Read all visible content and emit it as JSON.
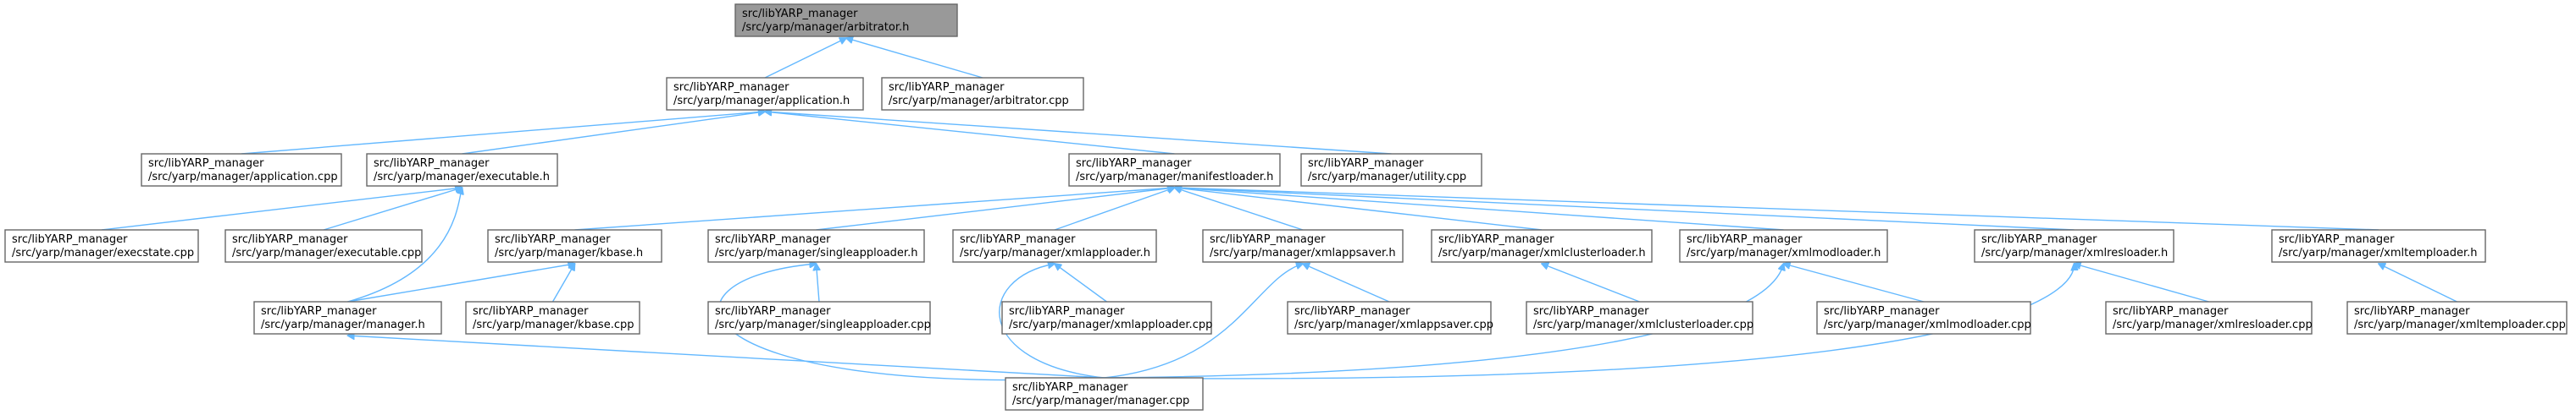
{
  "graph": {
    "nodes": [
      {
        "id": "arbitrator_h",
        "line1": "src/libYARP_manager",
        "line2": "/src/yarp/manager/arbitrator.h",
        "highlight": true
      },
      {
        "id": "application_h",
        "line1": "src/libYARP_manager",
        "line2": "/src/yarp/manager/application.h"
      },
      {
        "id": "arbitrator_cpp",
        "line1": "src/libYARP_manager",
        "line2": "/src/yarp/manager/arbitrator.cpp"
      },
      {
        "id": "application_cpp",
        "line1": "src/libYARP_manager",
        "line2": "/src/yarp/manager/application.cpp"
      },
      {
        "id": "executable_h",
        "line1": "src/libYARP_manager",
        "line2": "/src/yarp/manager/executable.h"
      },
      {
        "id": "manifestloader_h",
        "line1": "src/libYARP_manager",
        "line2": "/src/yarp/manager/manifestloader.h"
      },
      {
        "id": "utility_cpp",
        "line1": "src/libYARP_manager",
        "line2": "/src/yarp/manager/utility.cpp"
      },
      {
        "id": "execstate_cpp",
        "line1": "src/libYARP_manager",
        "line2": "/src/yarp/manager/execstate.cpp"
      },
      {
        "id": "executable_cpp",
        "line1": "src/libYARP_manager",
        "line2": "/src/yarp/manager/executable.cpp"
      },
      {
        "id": "kbase_h",
        "line1": "src/libYARP_manager",
        "line2": "/src/yarp/manager/kbase.h"
      },
      {
        "id": "singleapploader_h",
        "line1": "src/libYARP_manager",
        "line2": "/src/yarp/manager/singleapploader.h"
      },
      {
        "id": "xmlapploader_h",
        "line1": "src/libYARP_manager",
        "line2": "/src/yarp/manager/xmlapploader.h"
      },
      {
        "id": "xmlappsaver_h",
        "line1": "src/libYARP_manager",
        "line2": "/src/yarp/manager/xmlappsaver.h"
      },
      {
        "id": "xmlclusterloader_h",
        "line1": "src/libYARP_manager",
        "line2": "/src/yarp/manager/xmlclusterloader.h"
      },
      {
        "id": "xmlmodloader_h",
        "line1": "src/libYARP_manager",
        "line2": "/src/yarp/manager/xmlmodloader.h"
      },
      {
        "id": "xmlresloader_h",
        "line1": "src/libYARP_manager",
        "line2": "/src/yarp/manager/xmlresloader.h"
      },
      {
        "id": "xmltemploader_h",
        "line1": "src/libYARP_manager",
        "line2": "/src/yarp/manager/xmltemploader.h"
      },
      {
        "id": "manager_h",
        "line1": "src/libYARP_manager",
        "line2": "/src/yarp/manager/manager.h"
      },
      {
        "id": "kbase_cpp",
        "line1": "src/libYARP_manager",
        "line2": "/src/yarp/manager/kbase.cpp"
      },
      {
        "id": "singleapploader_cpp",
        "line1": "src/libYARP_manager",
        "line2": "/src/yarp/manager/singleapploader.cpp"
      },
      {
        "id": "xmlapploader_cpp",
        "line1": "src/libYARP_manager",
        "line2": "/src/yarp/manager/xmlapploader.cpp"
      },
      {
        "id": "xmlappsaver_cpp",
        "line1": "src/libYARP_manager",
        "line2": "/src/yarp/manager/xmlappsaver.cpp"
      },
      {
        "id": "xmlclusterloader_cpp",
        "line1": "src/libYARP_manager",
        "line2": "/src/yarp/manager/xmlclusterloader.cpp"
      },
      {
        "id": "xmlmodloader_cpp",
        "line1": "src/libYARP_manager",
        "line2": "/src/yarp/manager/xmlmodloader.cpp"
      },
      {
        "id": "xmlresloader_cpp",
        "line1": "src/libYARP_manager",
        "line2": "/src/yarp/manager/xmlresloader.cpp"
      },
      {
        "id": "xmltemploader_cpp",
        "line1": "src/libYARP_manager",
        "line2": "/src/yarp/manager/xmltemploader.cpp"
      },
      {
        "id": "manager_cpp",
        "line1": "src/libYARP_manager",
        "line2": "/src/yarp/manager/manager.cpp"
      }
    ],
    "edges": [
      {
        "from": "application_h",
        "to": "arbitrator_h"
      },
      {
        "from": "arbitrator_cpp",
        "to": "arbitrator_h"
      },
      {
        "from": "application_cpp",
        "to": "application_h"
      },
      {
        "from": "executable_h",
        "to": "application_h"
      },
      {
        "from": "manifestloader_h",
        "to": "application_h"
      },
      {
        "from": "utility_cpp",
        "to": "application_h"
      },
      {
        "from": "execstate_cpp",
        "to": "executable_h"
      },
      {
        "from": "executable_cpp",
        "to": "executable_h"
      },
      {
        "from": "manager_h",
        "to": "executable_h"
      },
      {
        "from": "kbase_h",
        "to": "manifestloader_h"
      },
      {
        "from": "singleapploader_h",
        "to": "manifestloader_h"
      },
      {
        "from": "xmlapploader_h",
        "to": "manifestloader_h"
      },
      {
        "from": "xmlappsaver_h",
        "to": "manifestloader_h"
      },
      {
        "from": "xmlclusterloader_h",
        "to": "manifestloader_h"
      },
      {
        "from": "xmlmodloader_h",
        "to": "manifestloader_h"
      },
      {
        "from": "xmlresloader_h",
        "to": "manifestloader_h"
      },
      {
        "from": "xmltemploader_h",
        "to": "manifestloader_h"
      },
      {
        "from": "manager_h",
        "to": "kbase_h"
      },
      {
        "from": "kbase_cpp",
        "to": "kbase_h"
      },
      {
        "from": "singleapploader_cpp",
        "to": "singleapploader_h"
      },
      {
        "from": "manager_cpp",
        "to": "singleapploader_h"
      },
      {
        "from": "xmlapploader_cpp",
        "to": "xmlapploader_h"
      },
      {
        "from": "manager_cpp",
        "to": "xmlapploader_h"
      },
      {
        "from": "xmlappsaver_cpp",
        "to": "xmlappsaver_h"
      },
      {
        "from": "manager_cpp",
        "to": "xmlappsaver_h"
      },
      {
        "from": "xmlclusterloader_cpp",
        "to": "xmlclusterloader_h"
      },
      {
        "from": "xmlmodloader_cpp",
        "to": "xmlmodloader_h"
      },
      {
        "from": "manager_cpp",
        "to": "xmlmodloader_h"
      },
      {
        "from": "xmlresloader_cpp",
        "to": "xmlresloader_h"
      },
      {
        "from": "manager_cpp",
        "to": "xmlresloader_h"
      },
      {
        "from": "xmltemploader_cpp",
        "to": "xmltemploader_h"
      },
      {
        "from": "manager_cpp",
        "to": "manager_h"
      }
    ],
    "colors": {
      "edge": "#63b8ff",
      "node_border": "#666666",
      "root_fill": "#999999",
      "node_fill": "#ffffff",
      "text": "#000000"
    }
  }
}
